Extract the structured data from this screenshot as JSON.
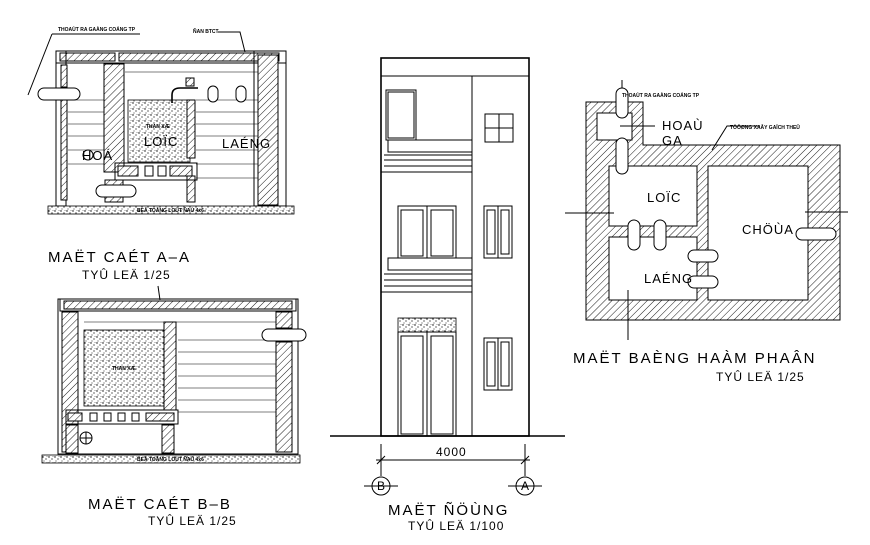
{
  "section_aa": {
    "title": "MAËT CAÉT A–A",
    "scale": "TYÛ LEÄ 1/25",
    "note_outlet": "THOAÙT RA GAÀNG COÁNG TP",
    "note_slab": "ÑAN BTCT",
    "note_base": "BEÂ TOÂNG LOÙT ÑAÙ 4x6",
    "note_filter": "THAN XÆ",
    "room_filter": "LOÏC",
    "room_settle": "LAÉNG",
    "room_left": "HOÁ"
  },
  "section_bb": {
    "title": "MAËT CAÉT  B–B",
    "scale": "TYÛ LEÄ 1/25",
    "note_base": "BEÂ TOÂNG LOÙT ÑAÙ 4x6",
    "note_filter": "THAN XÆ"
  },
  "elevation": {
    "title": "MAËT ÑÖÙNG",
    "scale": "TYÛ LEÄ 1/100",
    "dimension": "4000",
    "axis_left": "B",
    "axis_right": "A"
  },
  "plan": {
    "title": "MAËT BAÈNG HAÀM PHAÂN",
    "scale": "TYÛ LEÄ 1/25",
    "note_outlet": "THOAÙT RA GAÀNG COÁNG TP",
    "note_wall": "TÖÔØNG XAÂY GAÏCH THEÛ",
    "room_manhole_1": "HOAÙ",
    "room_manhole_2": "GA",
    "room_filter": "LOÏC",
    "room_storage": "CHÖÙA",
    "room_settle": "LAÉNG"
  }
}
